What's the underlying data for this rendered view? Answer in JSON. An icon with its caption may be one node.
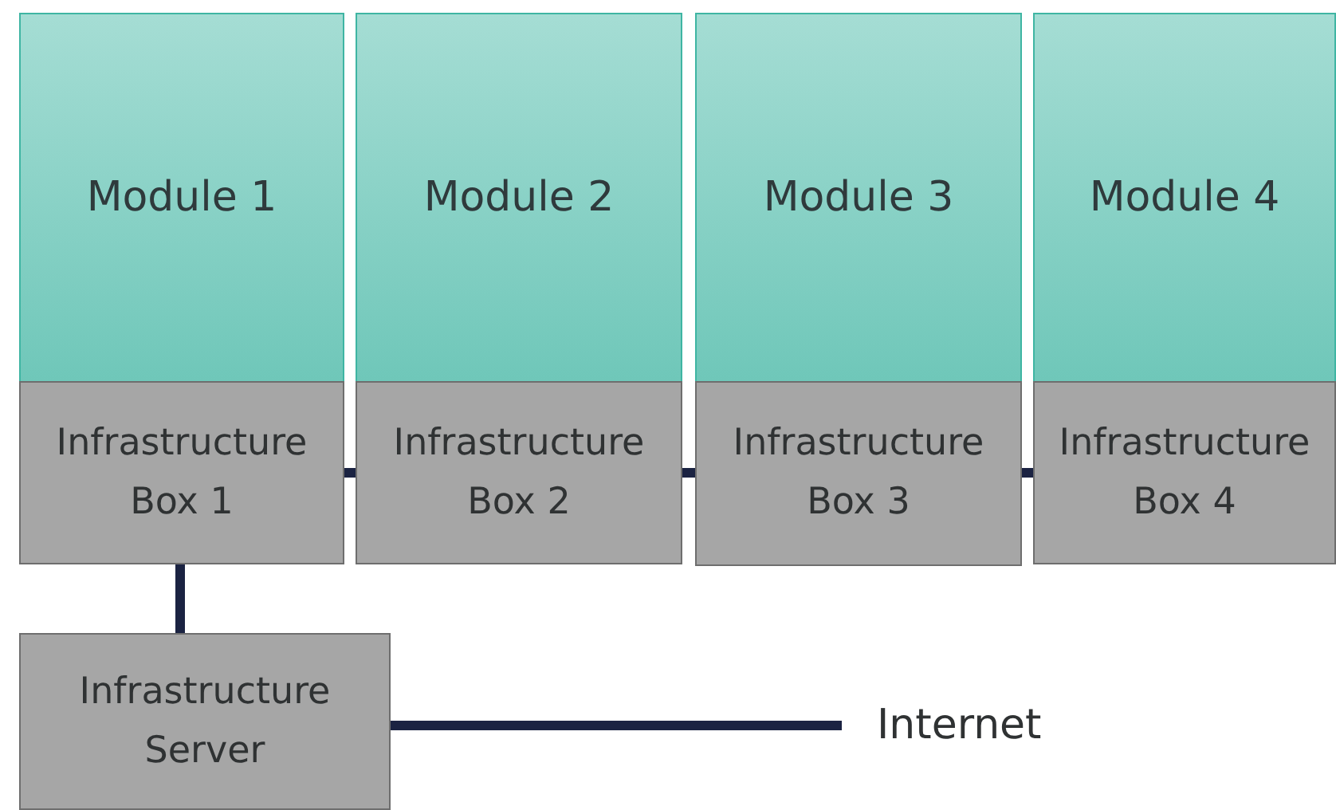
{
  "diagram": {
    "nodes": [
      {
        "text": [
          "Module 1"
        ]
      },
      {
        "text": [
          "Module 2"
        ]
      },
      {
        "text": [
          "Module 3"
        ]
      },
      {
        "text": [
          "Module 4"
        ]
      },
      {
        "text": [
          "Infrastructure Box 1"
        ]
      },
      {
        "text": [
          "Infrastructure Box 2"
        ]
      },
      {
        "text": [
          "Infrastructure Box 3"
        ]
      },
      {
        "text": [
          "Infrastructure Box 4"
        ]
      },
      {
        "text": [
          "Infrastructure Server"
        ]
      },
      {
        "text": [
          "Internet"
        ]
      }
    ],
    "edges": [
      {
        "from": 4,
        "to": 5,
        "arrow": "none"
      },
      {
        "from": 5,
        "to": 6,
        "arrow": "none"
      },
      {
        "from": 6,
        "to": 7,
        "arrow": "none"
      },
      {
        "from": 4,
        "to": 8,
        "arrow": "none"
      },
      {
        "from": 8,
        "to": 9,
        "arrow": "none"
      }
    ]
  }
}
